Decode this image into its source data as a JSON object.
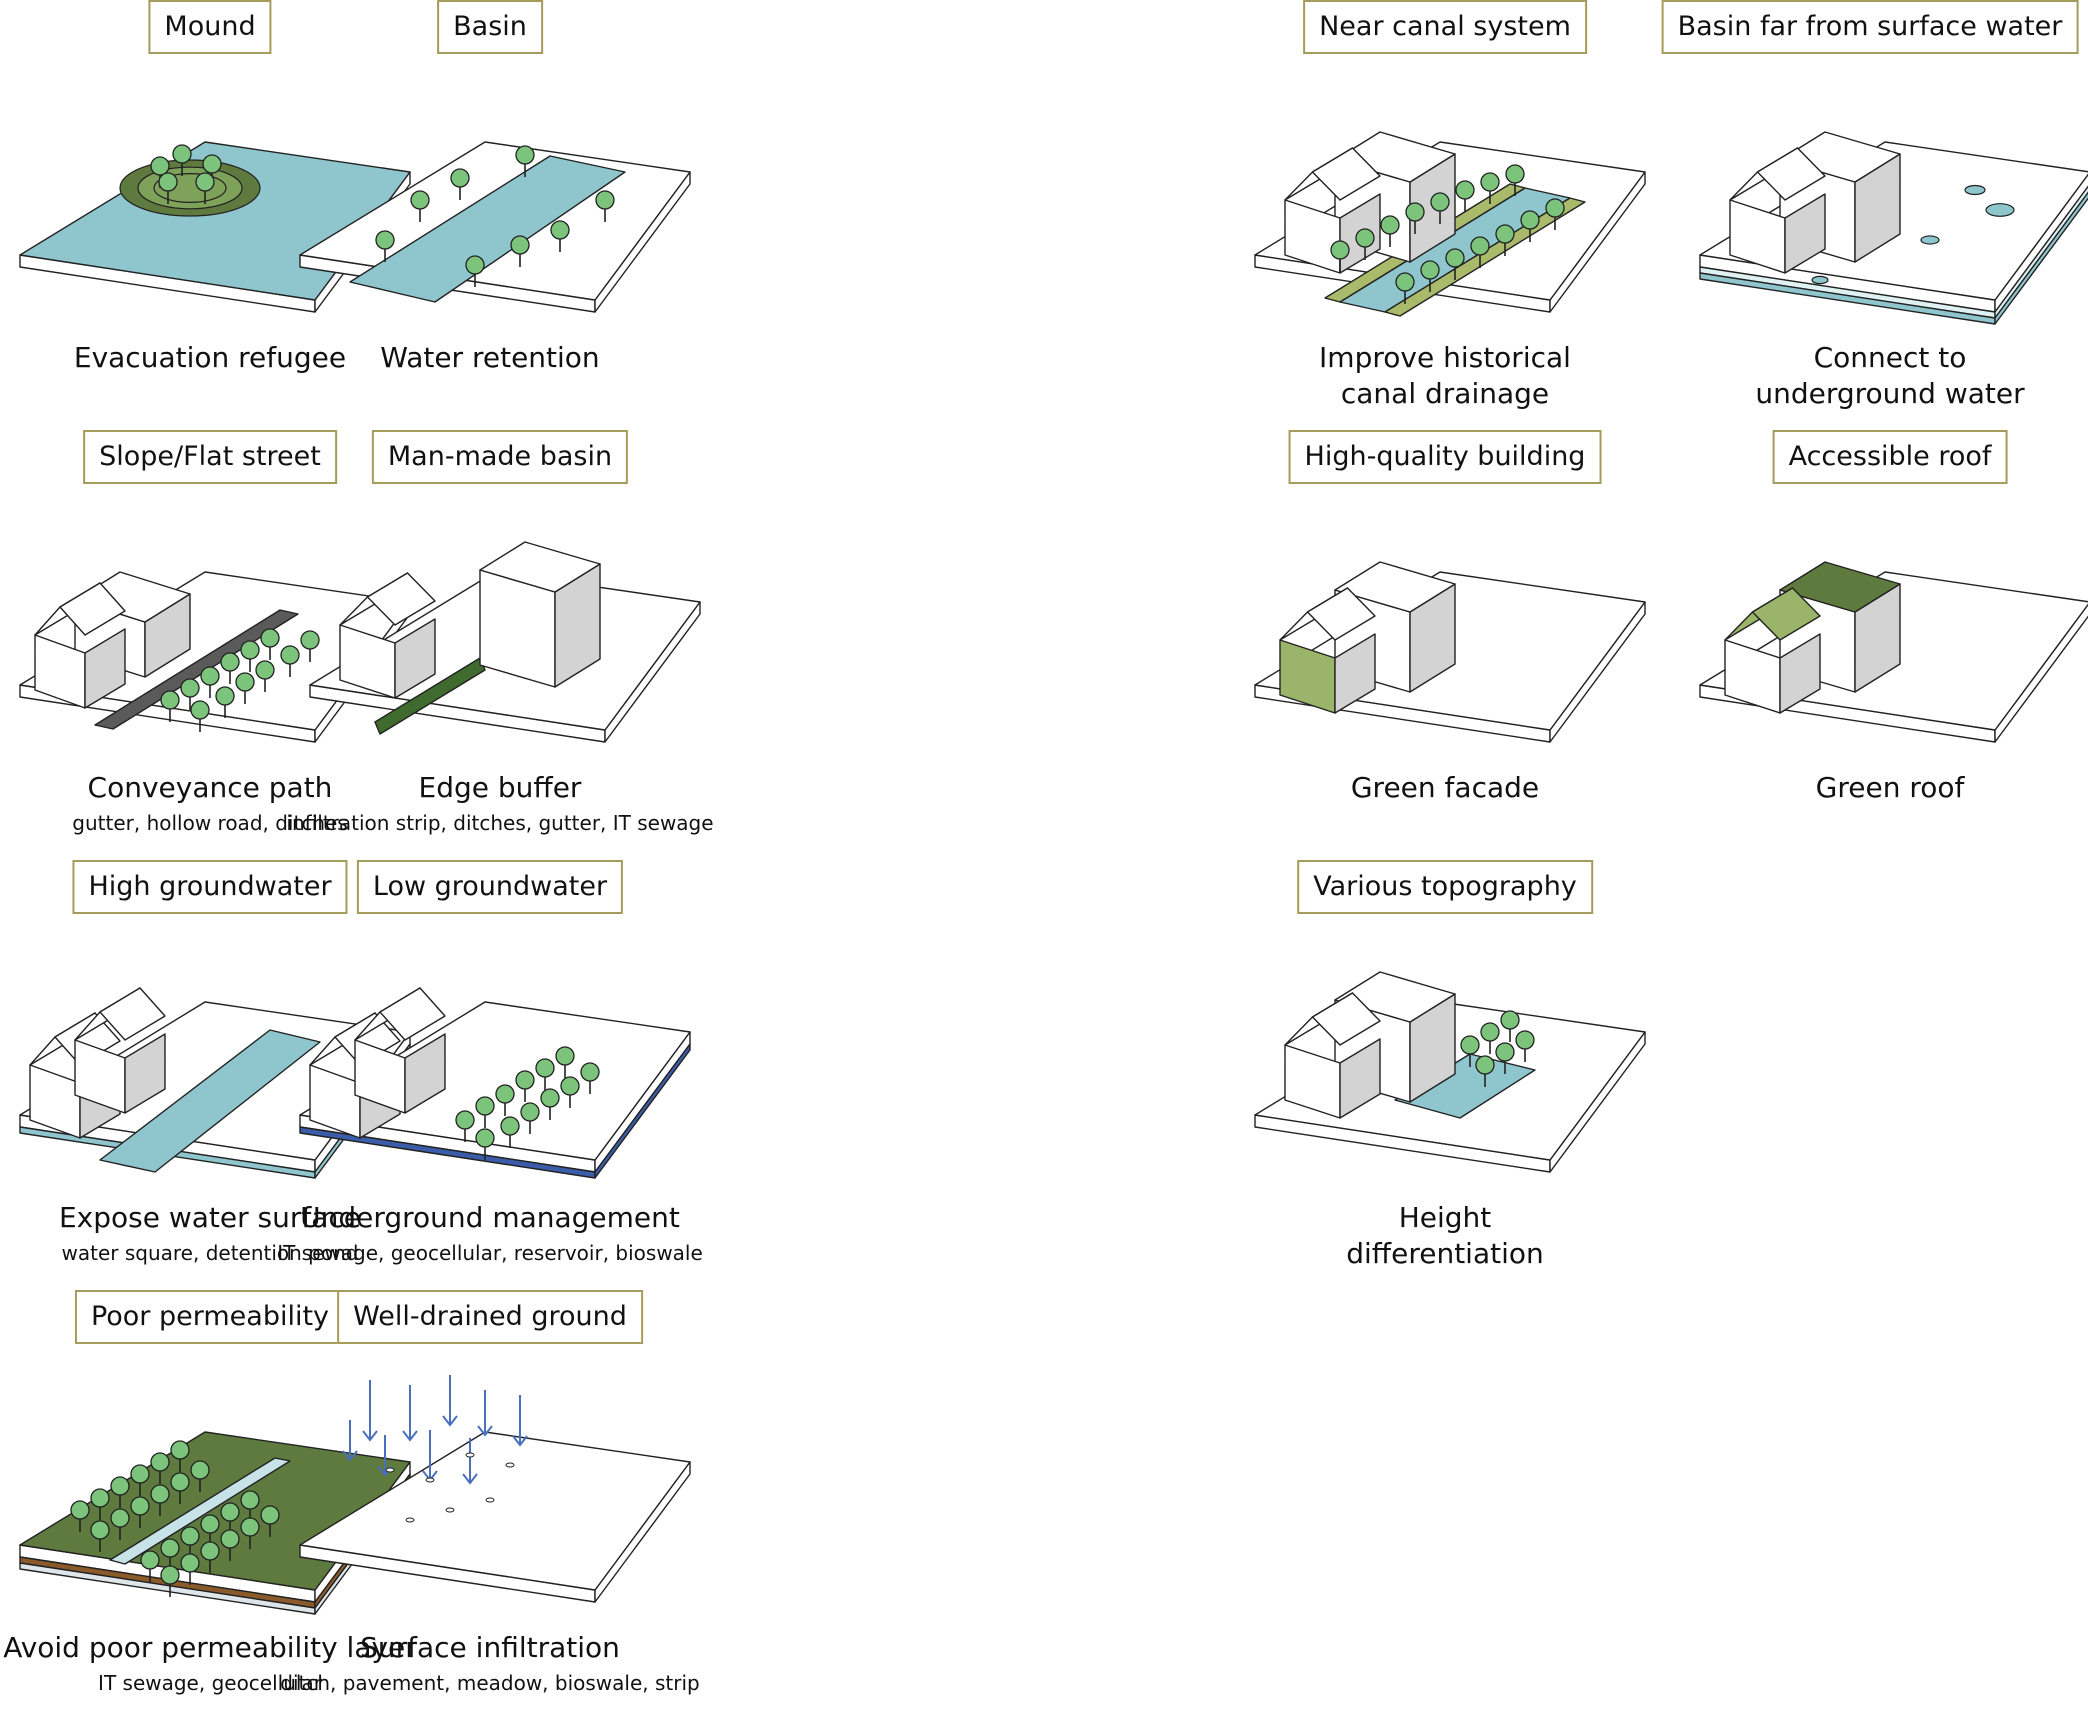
{
  "tiles": [
    {
      "tag": "Mound",
      "caption": [
        "Evacuation refugee"
      ],
      "sub": "",
      "art": "mound"
    },
    {
      "tag": "Basin",
      "caption": [
        "Water retention"
      ],
      "sub": "",
      "art": "basin"
    },
    {
      "tag": "Near canal system",
      "caption": [
        "Improve historical",
        "canal drainage"
      ],
      "sub": "",
      "art": "canal"
    },
    {
      "tag": "Basin far from surface water",
      "caption": [
        "Connect to",
        "underground water"
      ],
      "sub": "",
      "art": "holes"
    },
    {
      "tag": "Slope/Flat street",
      "caption": [
        "Conveyance path"
      ],
      "sub": "gutter, hollow road, ditches",
      "art": "street"
    },
    {
      "tag": "Man-made basin",
      "caption": [
        "Edge buffer"
      ],
      "sub": "infiltration strip, ditches, gutter, IT sewage",
      "art": "buffer"
    },
    {
      "tag": "High-quality building",
      "caption": [
        "Green facade"
      ],
      "sub": "",
      "art": "facade"
    },
    {
      "tag": "Accessible roof",
      "caption": [
        "Green roof"
      ],
      "sub": "",
      "art": "roof"
    },
    {
      "tag": "High groundwater",
      "caption": [
        "Expose water surface"
      ],
      "sub": "water square, detention pond",
      "art": "expose"
    },
    {
      "tag": "Low groundwater",
      "caption": [
        "Underground management"
      ],
      "sub": "IT sewage, geocellular, reservoir, bioswale",
      "art": "underground"
    },
    {
      "tag": "Various topography",
      "caption": [
        "Height",
        "differentiation"
      ],
      "sub": "",
      "art": "topo"
    },
    {
      "tag": "Poor permeability",
      "caption": [
        "Avoid poor permeability layer"
      ],
      "sub": "IT sewage, geocellular",
      "art": "poor"
    },
    {
      "tag": "Well-drained ground",
      "caption": [
        "Surface infiltration"
      ],
      "sub": "ditch, pavement, meadow, bioswale, strip",
      "art": "infil"
    }
  ],
  "colors": {
    "tag_border": "#a59b5a",
    "water": "#8fc6cd",
    "tree": "#7cc47c",
    "grass": "#5f7a3f",
    "wall": "#ffffff",
    "wall_shade": "#d3d3d3",
    "arrow": "#4a6fbe",
    "deep": "#3b5ca8"
  }
}
